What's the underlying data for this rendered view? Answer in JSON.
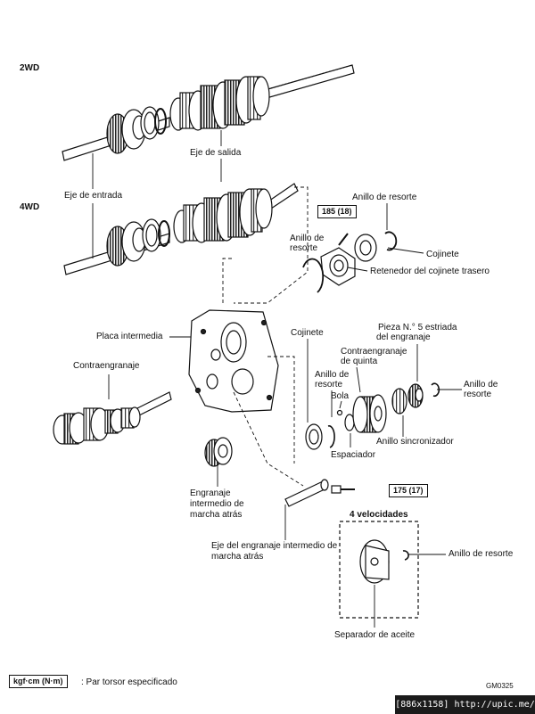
{
  "sections": {
    "wd2": "2WD",
    "wd4": "4WD"
  },
  "labels": {
    "eje_salida": "Eje de salida",
    "eje_entrada": "Eje de entrada",
    "anillo_resorte_top": "Anillo de resorte",
    "anillo_resorte_left_1": "Anillo de",
    "anillo_resorte_left_2": "resorte",
    "cojinete_top": "Cojinete",
    "retenedor": "Retenedor del cojinete trasero",
    "placa": "Placa intermedia",
    "contraengranaje": "Contraengranaje",
    "cojinete_mid": "Cojinete",
    "pieza_1": "Pieza N.° 5 estriada",
    "pieza_2": "del engranaje",
    "contra_quinta_1": "Contraengranaje",
    "contra_quinta_2": "de quinta",
    "anillo_mid_1": "Anillo de",
    "anillo_mid_2": "resorte",
    "bola": "Bola",
    "anillo_right_1": "Anillo de",
    "anillo_right_2": "resorte",
    "anillo_sincro": "Anillo sincronizador",
    "espaciador": "Espaciador",
    "engranaje_1": "Engranaje",
    "engranaje_2": "intermedio de",
    "engranaje_3": "marcha atrás",
    "eje_engranaje_1": "Eje del engranaje intermedio de",
    "eje_engranaje_2": "marcha atrás",
    "cuatro_vel": "4 velocidades",
    "anillo_bottom": "Anillo de resorte",
    "separador": "Separador de aceite"
  },
  "torque": {
    "top": "185 (18)",
    "bottom": "175 (17)"
  },
  "legend": {
    "box": "kgf·cm (N·m)",
    "text": ": Par torsor especificado"
  },
  "code": "GM0325",
  "footer": "[886x1158] http://upic.me/"
}
